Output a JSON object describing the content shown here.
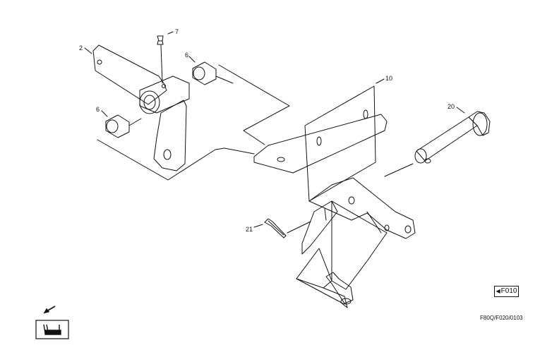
{
  "callouts": {
    "c2": "2",
    "c6a": "6",
    "c6b": "6",
    "c7": "7",
    "c10": "10",
    "c20": "20",
    "c21": "21"
  },
  "reference": {
    "label": "F010",
    "arrow_icon": "left-triangle-icon"
  },
  "document_code": "F80Q/F020/0103",
  "nav": {
    "icon": "seat-pedal-nav-icon",
    "arrow_icon": "down-left-arrow-icon"
  }
}
